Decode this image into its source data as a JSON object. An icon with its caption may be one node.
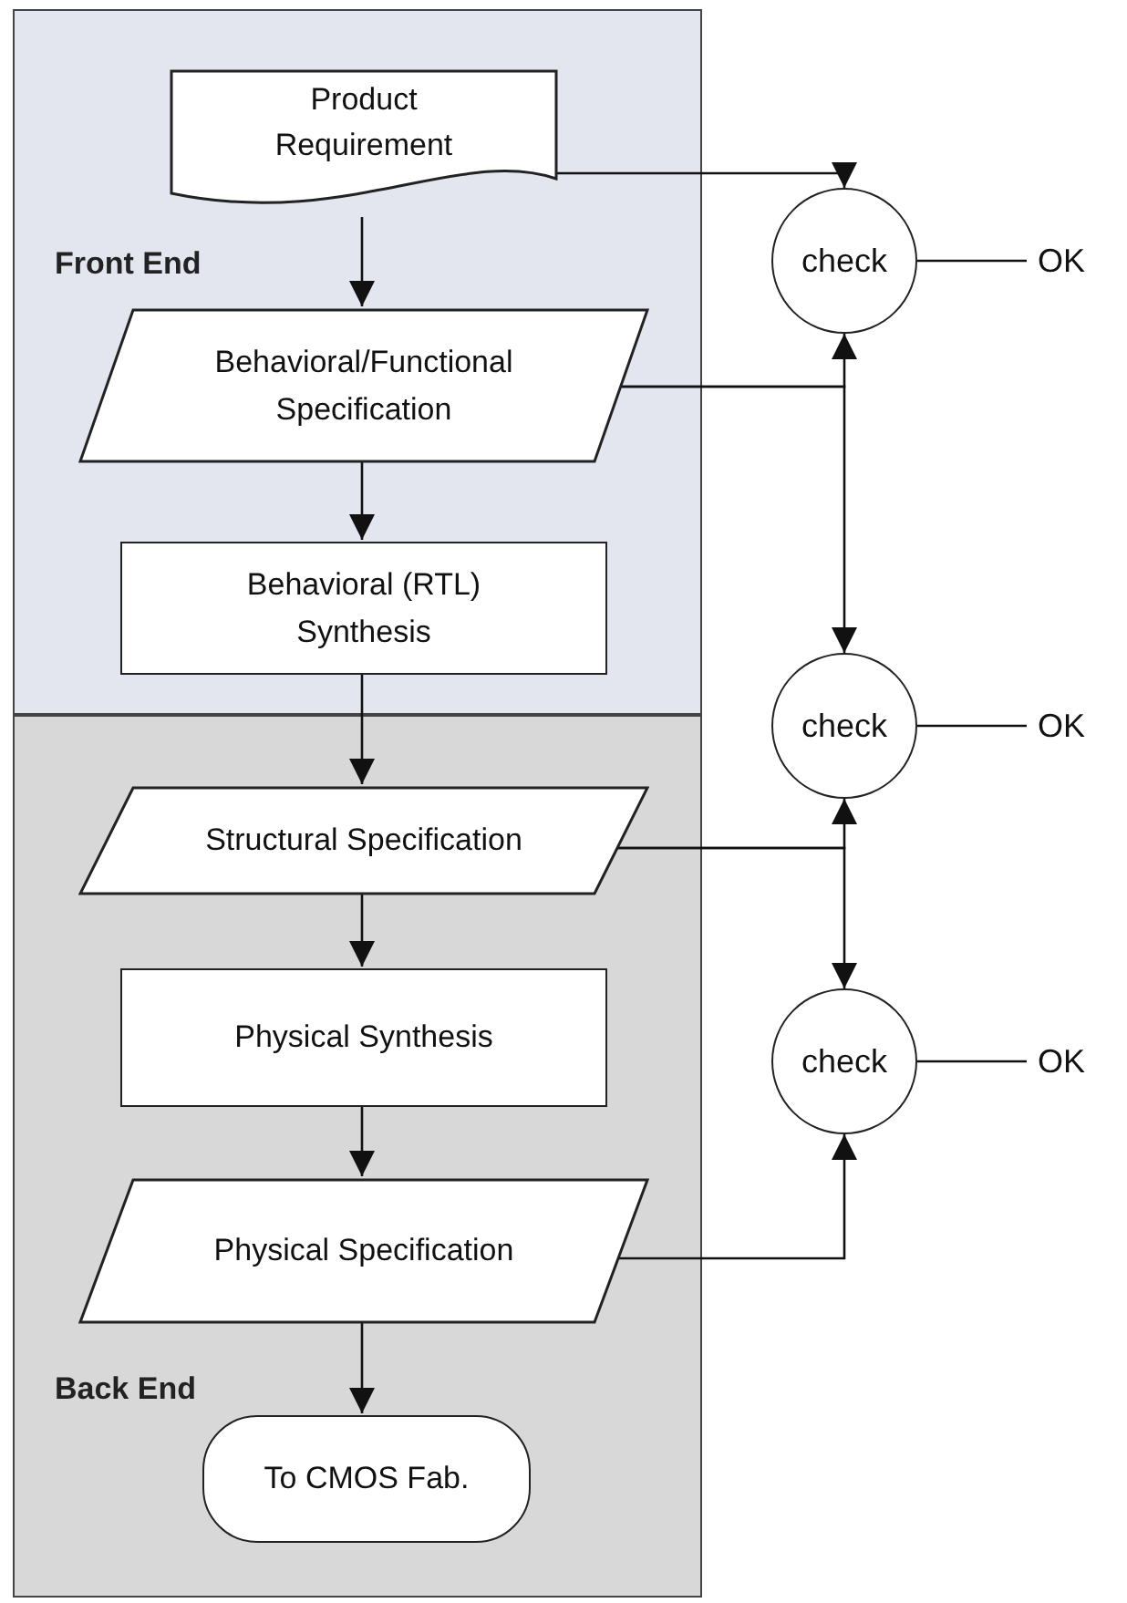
{
  "diagram": {
    "nodes": [
      {
        "text": [
          "Front End"
        ]
      },
      {
        "text": [
          "Product Requirement"
        ],
        "in": 0
      },
      {
        "text": [
          "Behavioral/Functional Specification"
        ],
        "in": 0
      },
      {
        "text": [
          "Behavioral (RTL) Synthesis"
        ],
        "in": 0
      },
      {
        "text": [
          "Back End"
        ]
      },
      {
        "text": [
          "Structural Specification"
        ],
        "in": 4
      },
      {
        "text": [
          "Physical Synthesis"
        ],
        "in": 4
      },
      {
        "text": [
          "Physical Specification"
        ],
        "in": 4
      },
      {
        "text": [
          "To CMOS Fab."
        ],
        "in": 4
      },
      {
        "text": [
          "check"
        ]
      },
      {
        "text": [
          "OK"
        ]
      },
      {
        "text": [
          "check"
        ]
      },
      {
        "text": [
          "OK"
        ]
      },
      {
        "text": [
          "check"
        ]
      },
      {
        "text": [
          "OK"
        ]
      }
    ],
    "edges": [
      {
        "from": 1,
        "to": 2,
        "arrow": "to"
      },
      {
        "from": 2,
        "to": 3,
        "arrow": "to"
      },
      {
        "from": 3,
        "to": 5,
        "arrow": "to"
      },
      {
        "from": 5,
        "to": 6,
        "arrow": "to"
      },
      {
        "from": 6,
        "to": 7,
        "arrow": "to"
      },
      {
        "from": 7,
        "to": 8,
        "arrow": "to"
      },
      {
        "from": 1,
        "to": 9,
        "arrow": "to"
      },
      {
        "from": 2,
        "to": 9,
        "arrow": "to"
      },
      {
        "from": 2,
        "to": 11,
        "arrow": "to"
      },
      {
        "from": 5,
        "to": 11,
        "arrow": "to"
      },
      {
        "from": 5,
        "to": 13,
        "arrow": "to"
      },
      {
        "from": 7,
        "to": 13,
        "arrow": "to"
      },
      {
        "from": 9,
        "to": 10,
        "arrow": "none"
      },
      {
        "from": 11,
        "to": 12,
        "arrow": "none"
      },
      {
        "from": 13,
        "to": 14,
        "arrow": "none"
      }
    ]
  }
}
